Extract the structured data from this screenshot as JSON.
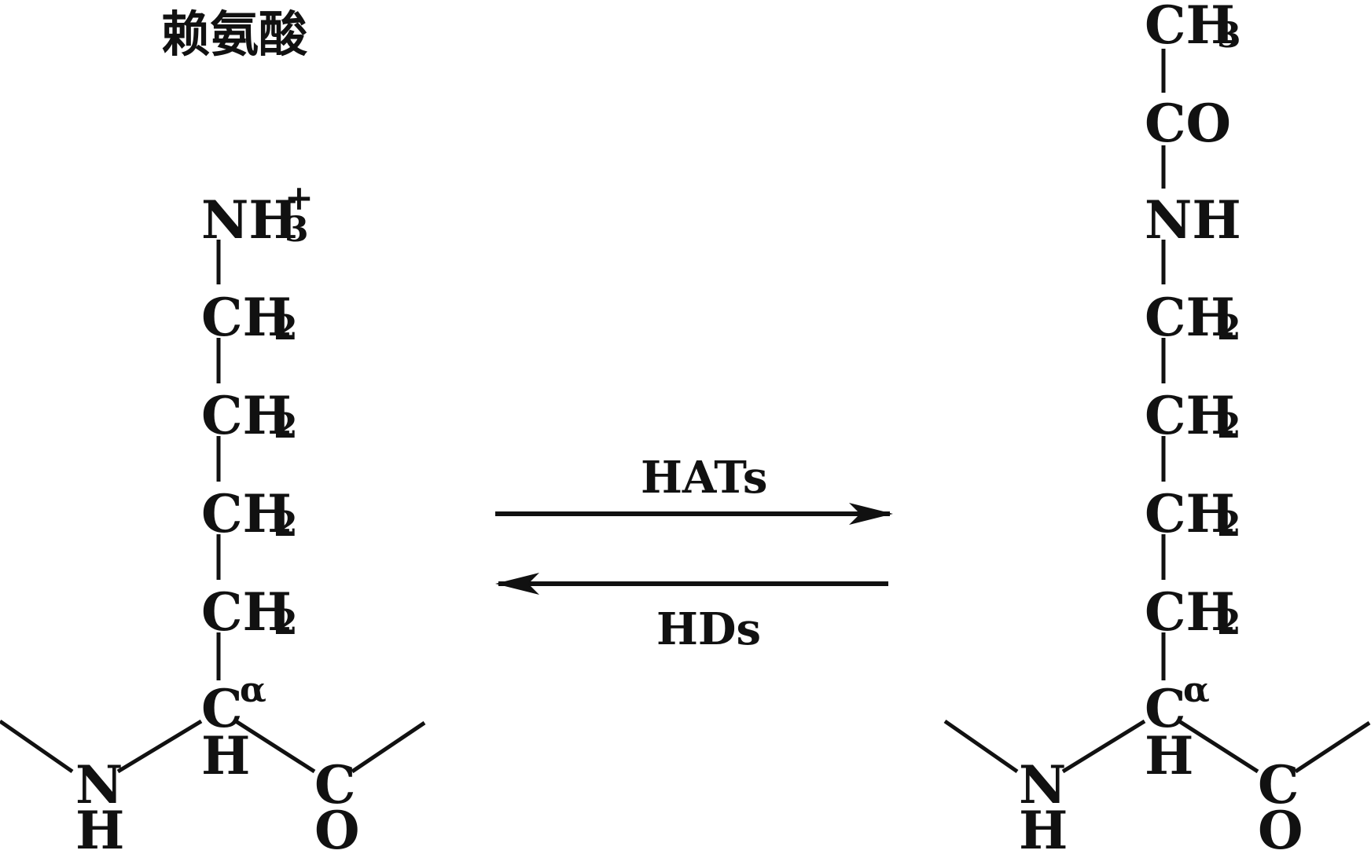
{
  "title": "赖氨酸",
  "enzymes": {
    "forward": "HATs",
    "reverse": "HDs"
  },
  "lysine": {
    "amine": {
      "main": "NH",
      "sub": "3",
      "sup": "+"
    },
    "chain": [
      {
        "main": "CH",
        "sub": "2"
      },
      {
        "main": "CH",
        "sub": "2"
      },
      {
        "main": "CH",
        "sub": "2"
      },
      {
        "main": "CH",
        "sub": "2"
      }
    ],
    "alpha": {
      "main": "C",
      "sup": "α"
    },
    "alpha_h": "H",
    "backbone": {
      "n": "N",
      "nh": "H",
      "c": "C",
      "co": "O"
    }
  },
  "acetyl_lysine": {
    "methyl": {
      "main": "CH",
      "sub": "3"
    },
    "carbonyl": "CO",
    "amide": "NH",
    "chain": [
      {
        "main": "CH",
        "sub": "2"
      },
      {
        "main": "CH",
        "sub": "2"
      },
      {
        "main": "CH",
        "sub": "2"
      },
      {
        "main": "CH",
        "sub": "2"
      }
    ],
    "alpha": {
      "main": "C",
      "sup": "α"
    },
    "alpha_h": "H",
    "backbone": {
      "n": "N",
      "nh": "H",
      "c": "C",
      "co": "O"
    }
  }
}
